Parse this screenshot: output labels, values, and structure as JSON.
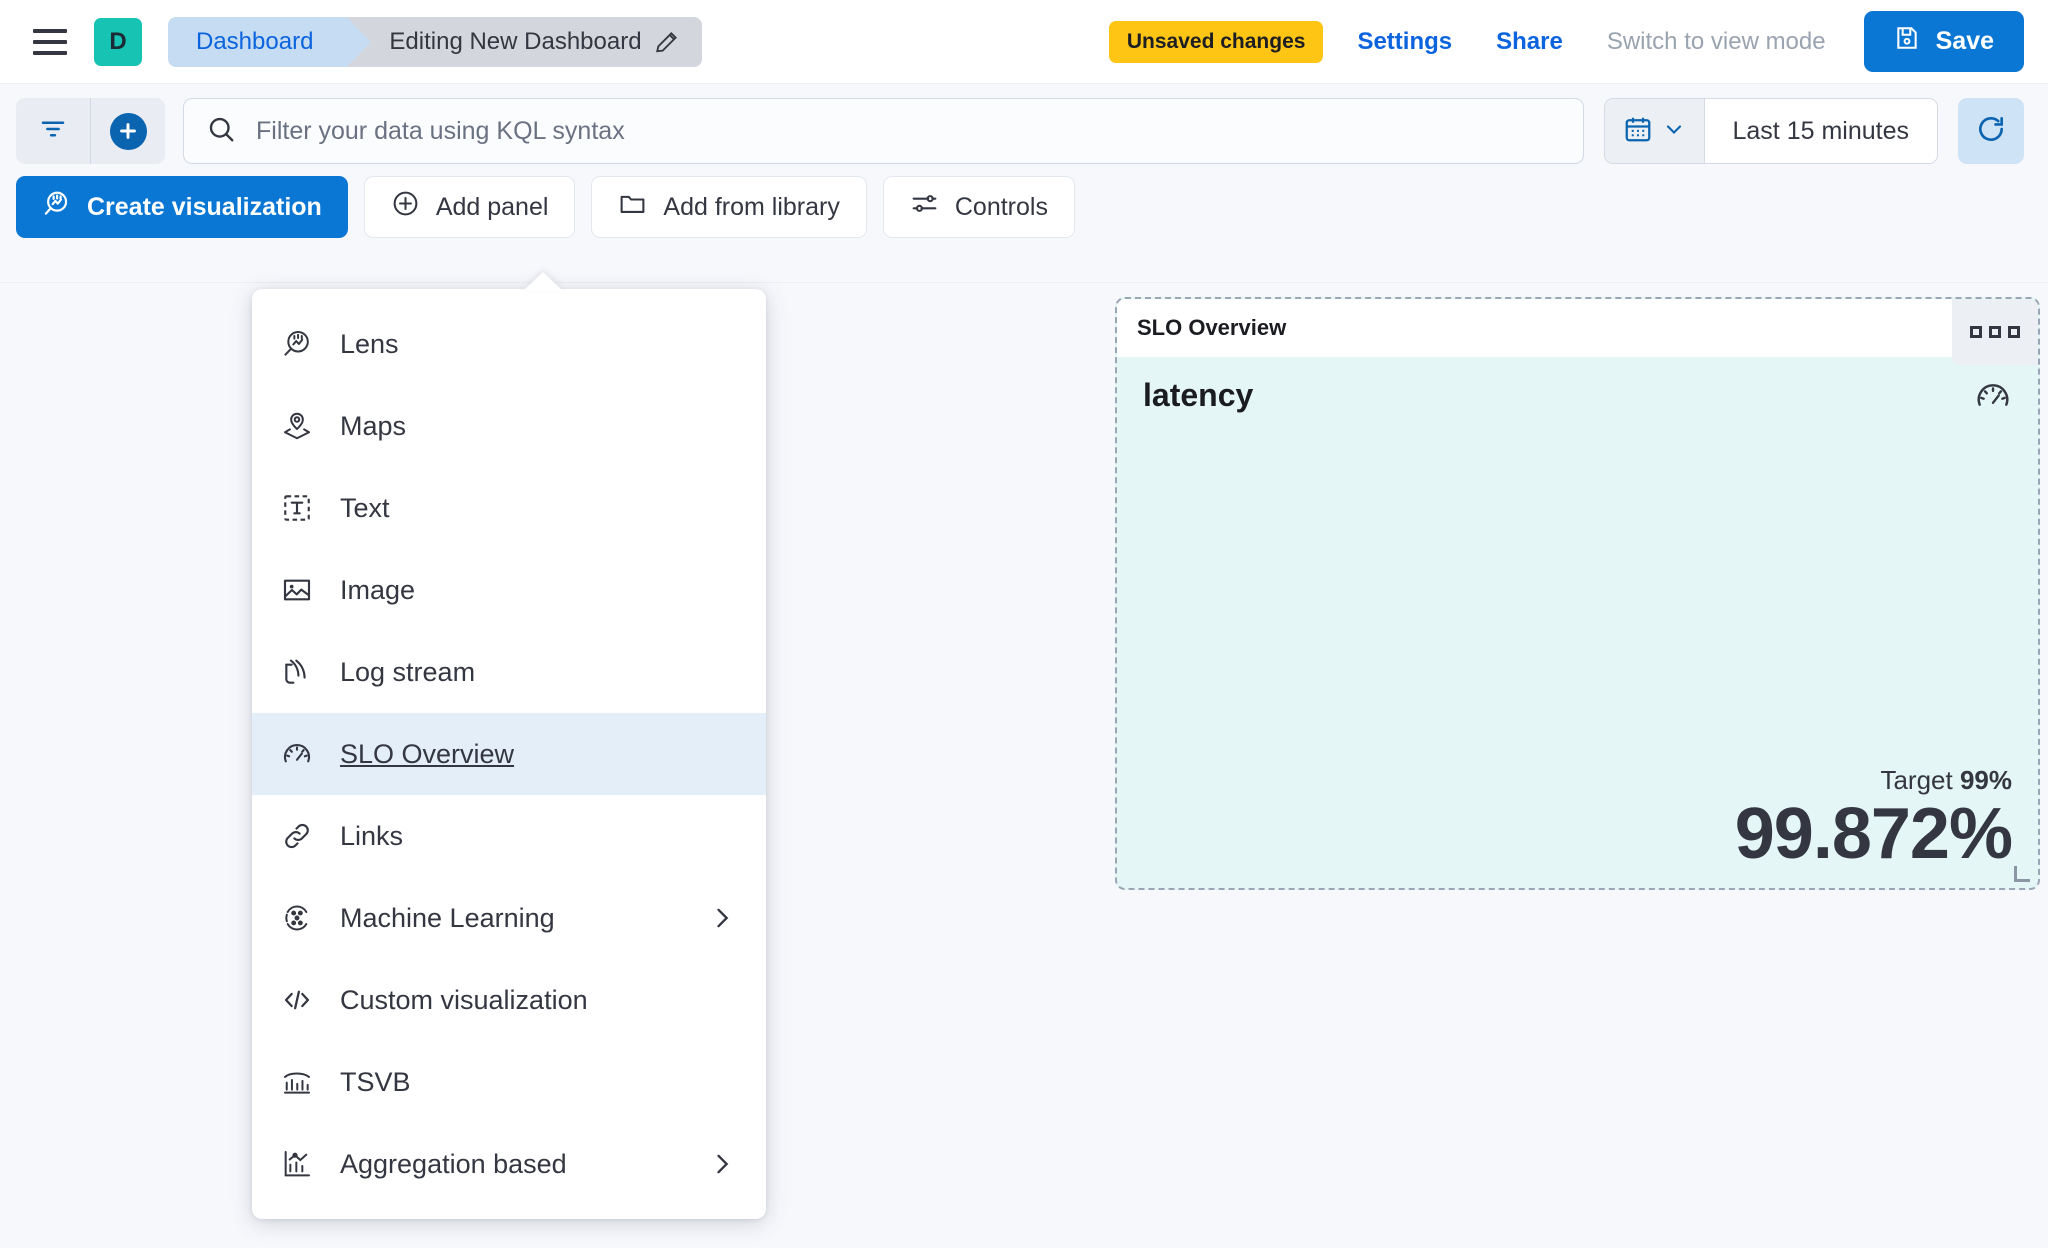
{
  "header": {
    "menu_icon": "hamburger-icon",
    "space_initial": "D",
    "breadcrumbs": [
      {
        "label": "Dashboard",
        "icon": ""
      },
      {
        "label": "Editing New Dashboard",
        "icon": "pencil-icon"
      }
    ],
    "unsaved_badge": "Unsaved changes",
    "settings_link": "Settings",
    "share_link": "Share",
    "view_mode_link": "Switch to view mode",
    "save_label": "Save",
    "save_icon": "save-disk-icon"
  },
  "querybar": {
    "filter_icon": "filter-icon",
    "add_filter_icon": "plus-icon",
    "search_placeholder": "Filter your data using KQL syntax",
    "search_value": "",
    "search_icon": "search-icon",
    "calendar_icon": "calendar-icon",
    "chevron_icon": "chevron-down-icon",
    "time_range": "Last 15 minutes",
    "refresh_icon": "refresh-icon"
  },
  "toolbar": {
    "create_visualization": "Create visualization",
    "create_visualization_icon": "lens-icon",
    "add_panel": "Add panel",
    "add_panel_icon": "plus-circle-icon",
    "add_from_library": "Add from library",
    "add_from_library_icon": "folder-icon",
    "controls": "Controls",
    "controls_icon": "controls-icon"
  },
  "add_panel_menu": {
    "items": [
      {
        "label": "Lens",
        "icon": "lens-icon",
        "selected": false,
        "submenu": false
      },
      {
        "label": "Maps",
        "icon": "map-marker-layers-icon",
        "selected": false,
        "submenu": false
      },
      {
        "label": "Text",
        "icon": "text-box-icon",
        "selected": false,
        "submenu": false
      },
      {
        "label": "Image",
        "icon": "image-icon",
        "selected": false,
        "submenu": false
      },
      {
        "label": "Log stream",
        "icon": "log-stream-icon",
        "selected": false,
        "submenu": false
      },
      {
        "label": "SLO Overview",
        "icon": "gauge-icon",
        "selected": true,
        "submenu": false
      },
      {
        "label": "Links",
        "icon": "link-icon",
        "selected": false,
        "submenu": false
      },
      {
        "label": "Machine Learning",
        "icon": "machine-learning-icon",
        "selected": false,
        "submenu": true
      },
      {
        "label": "Custom visualization",
        "icon": "code-icon",
        "selected": false,
        "submenu": false
      },
      {
        "label": "TSVB",
        "icon": "tsvb-chart-icon",
        "selected": false,
        "submenu": false
      },
      {
        "label": "Aggregation based",
        "icon": "aggregation-chart-icon",
        "selected": false,
        "submenu": true
      }
    ]
  },
  "slo_panel": {
    "title": "SLO Overview",
    "context_menu_icon": "grid-dots-icon",
    "metric_name": "latency",
    "gauge_icon": "gauge-icon",
    "target_prefix": "Target ",
    "target_value": "99%",
    "sli_value": "99.872%",
    "resize_handle_icon": "resize-corner-icon"
  },
  "colors": {
    "accent_blue": "#0b77d4",
    "link_blue": "#0b64dd",
    "warning_yellow": "#fec514",
    "space_teal": "#17c3b2",
    "panel_bg": "#e4f6f5",
    "canvas_bg": "#f7f8fc",
    "menu_selected_bg": "#e4eef9"
  }
}
